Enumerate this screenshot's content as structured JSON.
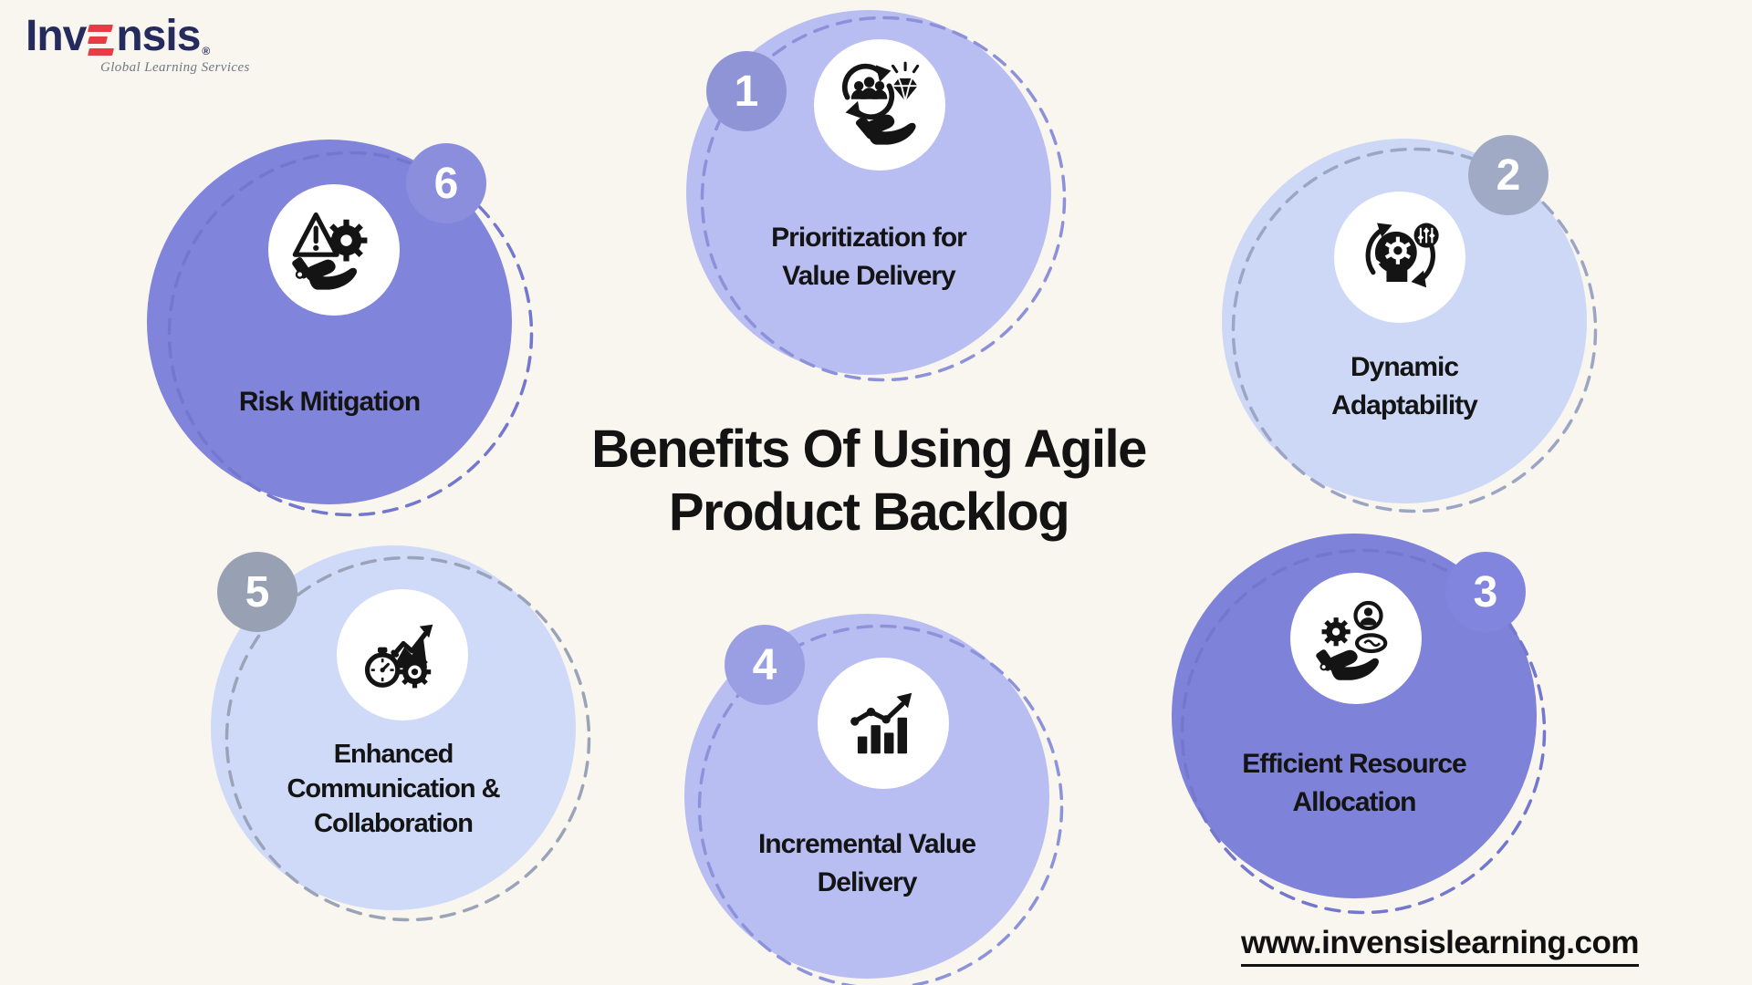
{
  "page": {
    "background": "#F9F6EF"
  },
  "brand": {
    "name_prefix": "Inv",
    "name_suffix": "nsis",
    "registered_mark": "®",
    "tagline": "Global Learning Services",
    "navy": "#262B5E",
    "red": "#E63C46"
  },
  "title": {
    "line1": "Benefits Of Using Agile",
    "line2": "Product Backlog"
  },
  "footer": {
    "url": "www.invensislearning.com"
  },
  "benefits": [
    {
      "number": "1",
      "lines": [
        "Prioritization for",
        "Value Delivery"
      ],
      "icon": "people-cycle-diamond-hand",
      "colors": {
        "circle": "#B9BEF2",
        "badge": "#8F94D6",
        "dash": "#8C91DA"
      }
    },
    {
      "number": "2",
      "lines": [
        "Dynamic",
        "Adaptability"
      ],
      "icon": "head-gear-cycle-sliders",
      "colors": {
        "circle": "#CDD8F7",
        "badge": "#A1AAC5",
        "dash": "#9BA5C4"
      }
    },
    {
      "number": "3",
      "lines": [
        "Efficient Resource",
        "Allocation"
      ],
      "icon": "person-gear-coin-hand",
      "colors": {
        "circle": "#7E82D8",
        "badge": "#8185DE",
        "dash": "#7377CE"
      }
    },
    {
      "number": "4",
      "lines": [
        "Incremental Value",
        "Delivery"
      ],
      "icon": "growth-bar-chart-arrow",
      "colors": {
        "circle": "#B9BEF2",
        "badge": "#9A9FE3",
        "dash": "#8D93DB"
      }
    },
    {
      "number": "5",
      "lines": [
        "Enhanced",
        "Communication &",
        "Collaboration"
      ],
      "icon": "stopwatch-gear-growth",
      "colors": {
        "circle": "#CFDAF8",
        "badge": "#98A1B3",
        "dash": "#9AA3B8"
      }
    },
    {
      "number": "6",
      "lines": [
        "Risk Mitigation"
      ],
      "icon": "warning-gear-hand",
      "colors": {
        "circle": "#8084DA",
        "badge": "#8A8EDD",
        "dash": "#7377CE"
      }
    }
  ]
}
